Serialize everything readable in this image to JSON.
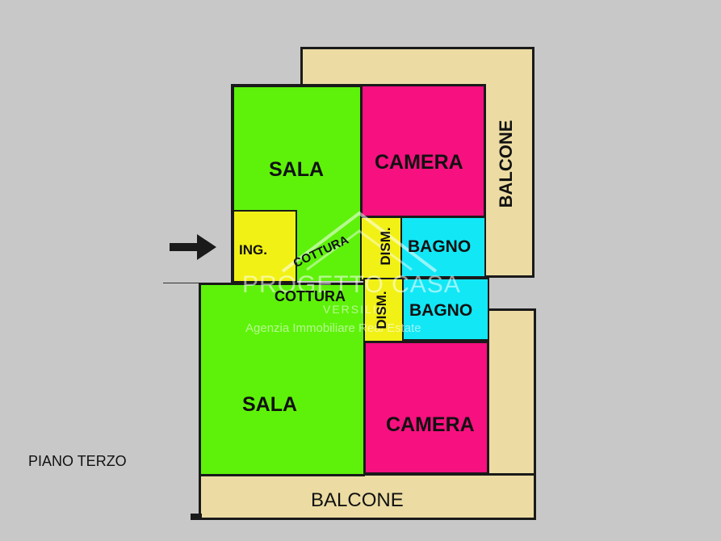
{
  "colors": {
    "background": "#c8c8c8",
    "sala": "#5ef20a",
    "camera": "#f7107f",
    "bagno": "#12e7f5",
    "ingresso_disimpegno": "#f1f116",
    "balcone": "#ecdca3",
    "wall": "#1a1a1a"
  },
  "upper_unit": {
    "sala": "SALA",
    "camera": "CAMERA",
    "ingresso": "ING.",
    "cottura": "COTTURA",
    "disimpegno": "DISM.",
    "bagno": "BAGNO",
    "balcone": "BALCONE"
  },
  "lower_unit": {
    "cottura": "COTTURA",
    "sala": "SALA",
    "disimpegno": "DISM.",
    "bagno": "BAGNO",
    "camera": "CAMERA",
    "balcone": "BALCONE"
  },
  "floor_label": "PIANO TERZO",
  "entrance_arrow": "arrow-right-icon",
  "watermark": {
    "brand": "PROGETTO CASA",
    "sub": "VERSILIA",
    "tagline": "Agenzia Immobiliare Real Estate"
  }
}
